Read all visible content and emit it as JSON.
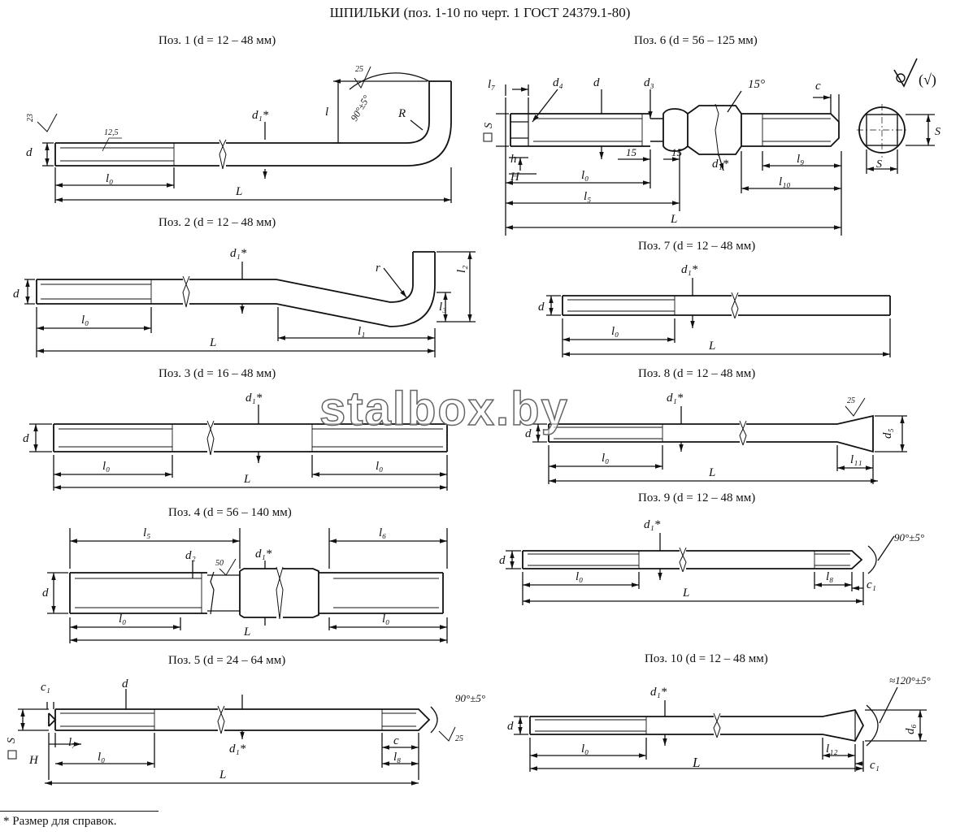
{
  "title": "ШПИЛЬКИ (поз. 1-10 по черт. 1 ГОСТ 24379.1-80)",
  "watermark": "stalbox.by",
  "footnote": "* Размер для справок.",
  "positions": [
    {
      "caption": "Поз. 1 (d = 12 – 48  мм)",
      "labels": {
        "d": "d",
        "d1": "d₁*",
        "l0": "l₀",
        "l": "l",
        "L": "L",
        "R": "R",
        "angle": "90°±5°",
        "rough25": "25",
        "rough23": "23",
        "rough125": "12,5"
      }
    },
    {
      "caption": "Поз. 2 (d = 12 – 48  мм)",
      "labels": {
        "d": "d",
        "d1": "d₁*",
        "l0": "l₀",
        "l1": "l₁",
        "l2": "l₂",
        "l3": "l₃",
        "L": "L",
        "r": "r"
      }
    },
    {
      "caption": "Поз. 3 (d = 16 – 48  мм)",
      "labels": {
        "d": "d",
        "d1": "d₁*",
        "l0a": "l₀",
        "l0b": "l₀",
        "L": "L"
      }
    },
    {
      "caption": "Поз. 4 (d = 56 – 140  мм)",
      "labels": {
        "d": "d",
        "d1": "d₁*",
        "d2": "d₂",
        "l5": "l₅",
        "l6": "l₆",
        "l0a": "l₀",
        "l0b": "l₀",
        "L": "L",
        "rough50": "50"
      }
    },
    {
      "caption": "Поз. 5 (d = 24 – 64  мм)",
      "labels": {
        "d": "d",
        "d1": "d₁*",
        "c1": "c₁",
        "l7": "l₇",
        "l0": "l₀",
        "l8": "l₈",
        "c": "c",
        "L": "L",
        "H": "H",
        "S": "S",
        "angle": "90°±5°",
        "rough25": "25"
      }
    },
    {
      "caption": "Поз. 6 (d = 56 – 125  мм)",
      "labels": {
        "d": "d",
        "d1": "d₁*",
        "d3": "d₃",
        "d4": "d₄",
        "l7": "l₇",
        "h": "h",
        "H": "H",
        "l0": "l₀",
        "l5": "l₅",
        "L": "L",
        "l9": "l₉",
        "l10": "l₁₀",
        "c": "c",
        "S": "S",
        "S2": "S",
        "S3": "S",
        "dim15a": "15",
        "dim15b": "15",
        "angle": "15°",
        "rough": "(√)"
      }
    },
    {
      "caption": "Поз. 7 (d = 12 – 48  мм)",
      "labels": {
        "d": "d",
        "d1": "d₁*",
        "l0": "l₀",
        "L": "L"
      }
    },
    {
      "caption": "Поз. 8 (d = 12 – 48  мм)",
      "labels": {
        "d": "d",
        "d1": "d₁*",
        "d5": "d₅",
        "l0": "l₀",
        "l11": "l₁₁",
        "L": "L",
        "rough25": "25"
      }
    },
    {
      "caption": "Поз. 9 (d = 12 – 48  мм)",
      "labels": {
        "d": "d",
        "d1": "d₁*",
        "l0": "l₀",
        "l8": "l₈",
        "c1": "c₁",
        "L": "L",
        "angle": "90°±5°"
      }
    },
    {
      "caption": "Поз. 10 (d = 12 – 48  мм)",
      "labels": {
        "d": "d",
        "d1": "d₁*",
        "d6": "d₆",
        "l0": "l₀",
        "l12": "l₁₂",
        "c1": "c₁",
        "L": "L",
        "angle": "≈120°±5°"
      }
    }
  ]
}
